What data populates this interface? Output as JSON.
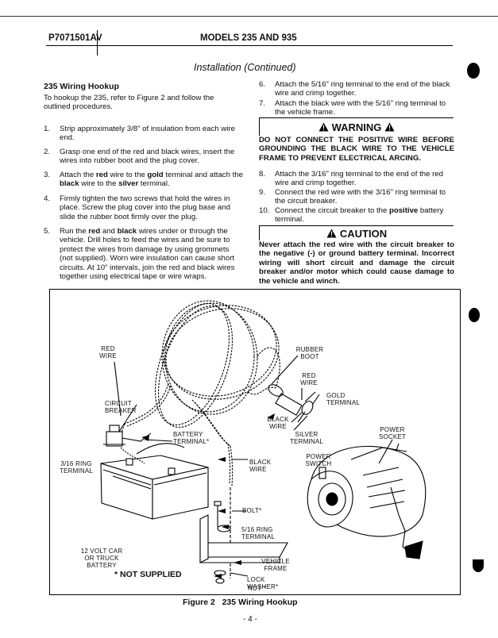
{
  "header": {
    "doc_id": "P7071501AV",
    "models": "MODELS 235 AND 935"
  },
  "section_title": "Installation (Continued)",
  "left_col": {
    "heading": "235 Wiring Hookup",
    "intro": "To hookup the 235, refer to Figure 2 and follow the outlined procedures.",
    "steps": [
      {
        "n": "1.",
        "text": "Strip approximately 3/8\" of insulation from each wire end."
      },
      {
        "n": "2.",
        "text": "Grasp one end of the red and black wires, insert the wires into rubber boot and the plug cover."
      },
      {
        "n": "3.",
        "pre": "Attach the ",
        "b1": "red",
        "mid1": " wire to the ",
        "b2": "gold",
        "mid2": " terminal and attach the ",
        "b3": "black",
        "mid3": " wire to the ",
        "b4": "silver",
        "post": " terminal."
      },
      {
        "n": "4.",
        "text": "Firmly tighten the two screws that hold the wires in place. Screw the plug cover into the plug base and slide the rubber boot firmly over the plug."
      },
      {
        "n": "5.",
        "pre": "Run the ",
        "b1": "red",
        "mid1": " and ",
        "b2": "black",
        "post": " wires under or through the vehicle. Drill holes to feed the wires and be sure to protect the wires from damage by using grommets (not supplied). Worn wire insulation can cause short circuits. At 10\" intervals, join the red and black wires together using electrical tape or wire wraps."
      }
    ]
  },
  "right_col": {
    "steps_a": [
      {
        "n": "6.",
        "text": "Attach the 5/16\" ring terminal to the end of the black wire and crimp together."
      },
      {
        "n": "7.",
        "text": "Attach the black wire with the 5/16\" ring terminal to the vehicle frame."
      }
    ],
    "warning": {
      "title": "WARNING",
      "body": "DO NOT CONNECT THE POSITIVE WIRE BEFORE GROUNDING THE BLACK WIRE TO THE VEHICLE FRAME TO PREVENT ELECTRICAL ARCING."
    },
    "steps_b": [
      {
        "n": "8.",
        "text": "Attach the 3/16\" ring terminal to the end of the red wire and crimp together."
      },
      {
        "n": "9.",
        "text": "Connect the red wire with the 3/16\" ring terminal to the circuit breaker."
      },
      {
        "n": "10.",
        "pre": "Connect the circuit breaker to the ",
        "b1": "positive",
        "post": " battery terminal."
      }
    ],
    "caution": {
      "title": "CAUTION",
      "body": "Never attach the red wire with the circuit breaker to the negative (-) or ground battery terminal. Incorrect wiring will short circuit and damage the circuit breaker and/or motor which could cause damage to the vehicle and winch."
    }
  },
  "figure": {
    "labels": {
      "red_wire": "RED WIRE",
      "rubber_boot": "RUBBER BOOT",
      "red_wire2": "RED WIRE",
      "gold_terminal": "GOLD TERMINAL",
      "circuit_breaker": "CIRCUIT BREAKER",
      "black_wire": "BLACK WIRE",
      "silver_terminal": "SILVER TERMINAL",
      "power_socket": "POWER SOCKET",
      "battery_terminal": "BATTERY TERMINAL*",
      "ring_terminal_316": "3/16 RING TERMINAL",
      "black_wire2": "BLACK WIRE",
      "power_switch": "POWER SWITCH",
      "bolt": "BOLT*",
      "ring_terminal_516": "5/16 RING TERMINAL",
      "battery": "12 VOLT CAR OR TRUCK BATTERY",
      "vehicle_frame": "VEHICLE FRAME",
      "not_supplied": "* NOT SUPPLIED",
      "lock_washer": "LOCK WASHER*",
      "nut": "NUT *"
    },
    "caption": "Figure 2   235 Wiring Hookup"
  },
  "page_number": "- 4 -"
}
